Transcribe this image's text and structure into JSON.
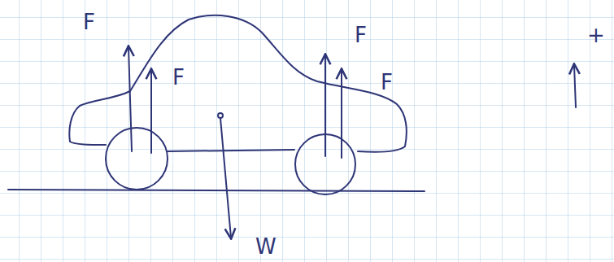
{
  "diagram": {
    "labels": [
      "F",
      "F",
      "F",
      "F",
      "W",
      "+"
    ]
  }
}
